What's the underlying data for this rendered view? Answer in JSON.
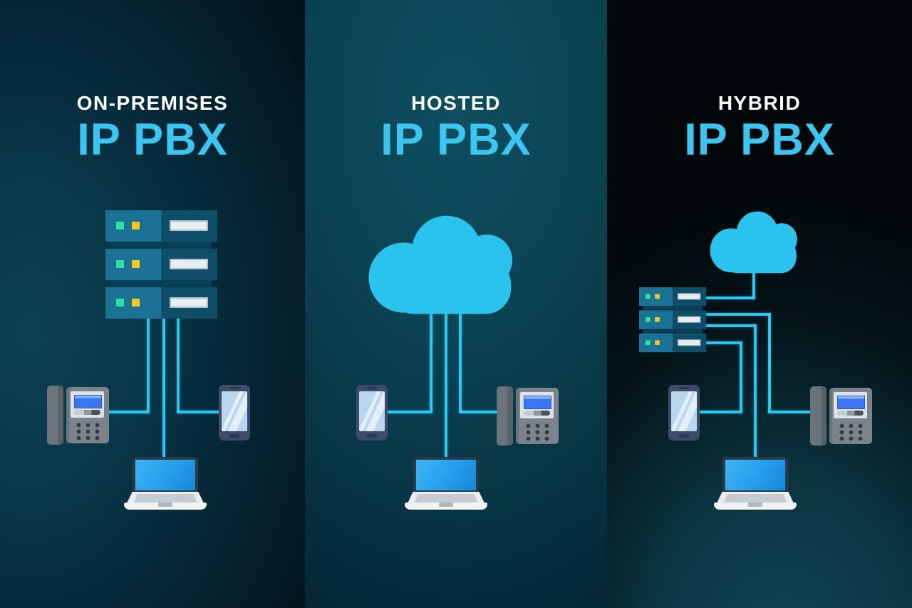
{
  "page": {
    "type": "comparison-infographic",
    "topic": "IP PBX deployment models"
  },
  "panels": [
    {
      "subtitle": "ON-PREMISES",
      "title": "IP PBX",
      "core_icon": "server-rack",
      "connected_devices": [
        "desk-phone",
        "mobile-phone",
        "laptop"
      ]
    },
    {
      "subtitle": "HOSTED",
      "title": "IP PBX",
      "core_icon": "cloud",
      "connected_devices": [
        "mobile-phone",
        "desk-phone",
        "laptop"
      ]
    },
    {
      "subtitle": "HYBRID",
      "title": "IP PBX",
      "core_icon": "cloud-plus-server-rack",
      "connected_devices": [
        "mobile-phone",
        "desk-phone",
        "laptop"
      ]
    }
  ],
  "colors": {
    "accent_cyan": "#2bc6f2",
    "title_text": "#3ac6f1",
    "subtitle_text": "#ffffff",
    "cloud_fill": "#29c3ee",
    "server_front": "#1b7295",
    "server_side": "#0e4e68",
    "led_green": "#2be3a4",
    "led_yellow": "#f4c81c",
    "device_screen_blue": "#2196f3"
  }
}
